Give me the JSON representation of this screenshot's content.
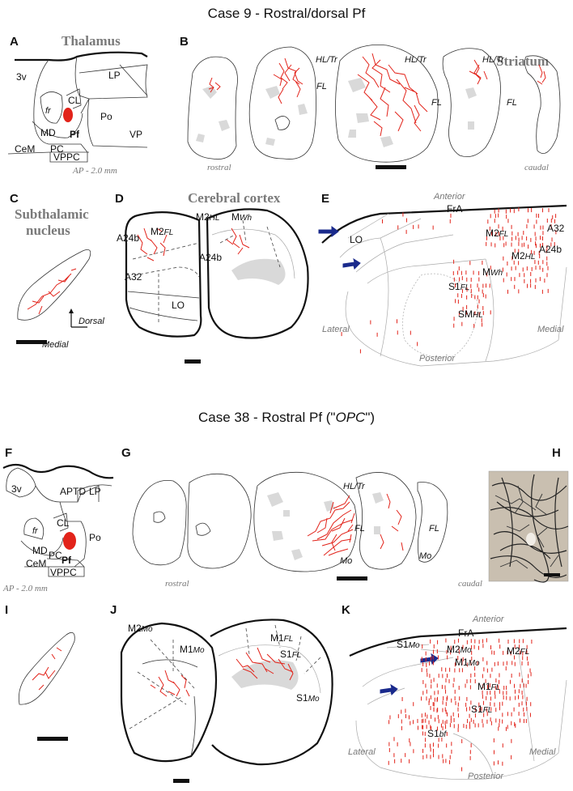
{
  "case_titles": {
    "top": "Case 9 - Rostral/dorsal Pf",
    "bottom_prefix": "Case 38 - Rostral Pf (\"",
    "bottom_ital": "OPC",
    "bottom_suffix": "\")"
  },
  "panels": [
    "A",
    "B",
    "C",
    "D",
    "E",
    "F",
    "G",
    "H",
    "I",
    "J",
    "K"
  ],
  "headings": {
    "thalamus": "Thalamus",
    "striatum": "Striatum",
    "cortex": "Cerebral cortex",
    "subthalamic_1": "Subthalamic",
    "subthalamic_2": "nucleus"
  },
  "panel_A": {
    "labels": [
      "3v",
      "LP",
      "CL",
      "fr",
      "Po",
      "MD",
      "Pf",
      "VP",
      "CeM",
      "PC",
      "VPPC"
    ],
    "ap": "AP - 2.0 mm"
  },
  "panel_B": {
    "labels": [
      "HL/Tr",
      "FL",
      "HL/Tr",
      "FL",
      "HL/Tr",
      "FL"
    ],
    "rostral": "rostral",
    "caudal": "caudal"
  },
  "panel_C": {
    "dorsal": "Dorsal",
    "medial": "Medial"
  },
  "panel_D": {
    "labels": [
      "M2",
      "HL",
      "M",
      "Wh",
      "A24b",
      "M2",
      "FL",
      "A24b",
      "A32",
      "LO"
    ]
  },
  "panel_E": {
    "anterior": "Anterior",
    "posterior": "Posterior",
    "lateral": "Lateral",
    "medial": "Medial",
    "labels": [
      "FrA",
      "A32",
      "M2",
      "FL",
      "A24b",
      "M2",
      "HL",
      "LO",
      "M",
      "Wh",
      "S1",
      "FL",
      "SM",
      "HL"
    ]
  },
  "panel_F": {
    "labels": [
      "3v",
      "APTD",
      "LP",
      "CL",
      "fr",
      "Po",
      "MD",
      "PC",
      "Pf",
      "CeM",
      "VPPC"
    ],
    "ap": "AP - 2.0 mm"
  },
  "panel_G": {
    "labels": [
      "HL/Tr",
      "FL",
      "Mo",
      "FL",
      "Mo"
    ],
    "rostral": "rostral",
    "caudal": "caudal"
  },
  "panel_J": {
    "labels": [
      "M2",
      "Mo",
      "M1",
      "Mo",
      "M1",
      "FL",
      "S1",
      "FL",
      "S1",
      "Mo"
    ]
  },
  "panel_K": {
    "anterior": "Anterior",
    "posterior": "Posterior",
    "lateral": "Lateral",
    "medial": "Medial",
    "labels": [
      "FrA",
      "S1",
      "Mo",
      "M2",
      "Mo",
      "M2",
      "FL",
      "M1",
      "Mo",
      "M1",
      "FL",
      "S1",
      "FL",
      "S1",
      "bf"
    ]
  },
  "colors": {
    "label_fill": "#e2231a",
    "grey_heading": "#7a7a7a",
    "arrow": "#1a2a8c"
  }
}
